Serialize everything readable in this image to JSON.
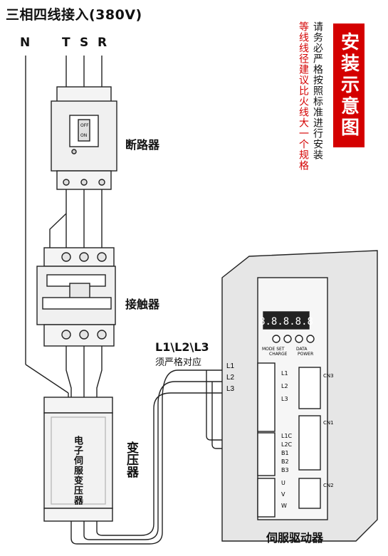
{
  "title": "三相四线接入(380V)",
  "phases": {
    "n": "N",
    "t": "T",
    "s": "S",
    "r": "R"
  },
  "breaker": {
    "name": "断路器",
    "off": "OFF",
    "on": "ON"
  },
  "contactor": {
    "name": "接触器"
  },
  "transformer": {
    "name": "变压器",
    "body_text": "电子伺服变压器"
  },
  "l_labels": {
    "heading": "L1\\L2\\L3",
    "note": "须严格对应",
    "l1": "L1",
    "l2": "L2",
    "l3": "L3"
  },
  "notes": {
    "black": "请务必严格按照标准进行安装",
    "red": "等线线径建议比火线大一个规格",
    "box": "安装示意图"
  },
  "servo": {
    "name": "伺服驱动器",
    "display": "8.8.8.8.8",
    "buttons": {
      "mode_set": "MODE SET",
      "data": "DATA",
      "charge": "CHARGE",
      "power": "POWER"
    },
    "terminals_top": [
      "L1",
      "L2",
      "L3"
    ],
    "terminals_mid": [
      "L1C",
      "L2C",
      "B1",
      "B2",
      "B3"
    ],
    "terminals_bot": [
      "U",
      "V",
      "W"
    ],
    "cn": [
      "CN3",
      "CN1",
      "CN2"
    ]
  }
}
